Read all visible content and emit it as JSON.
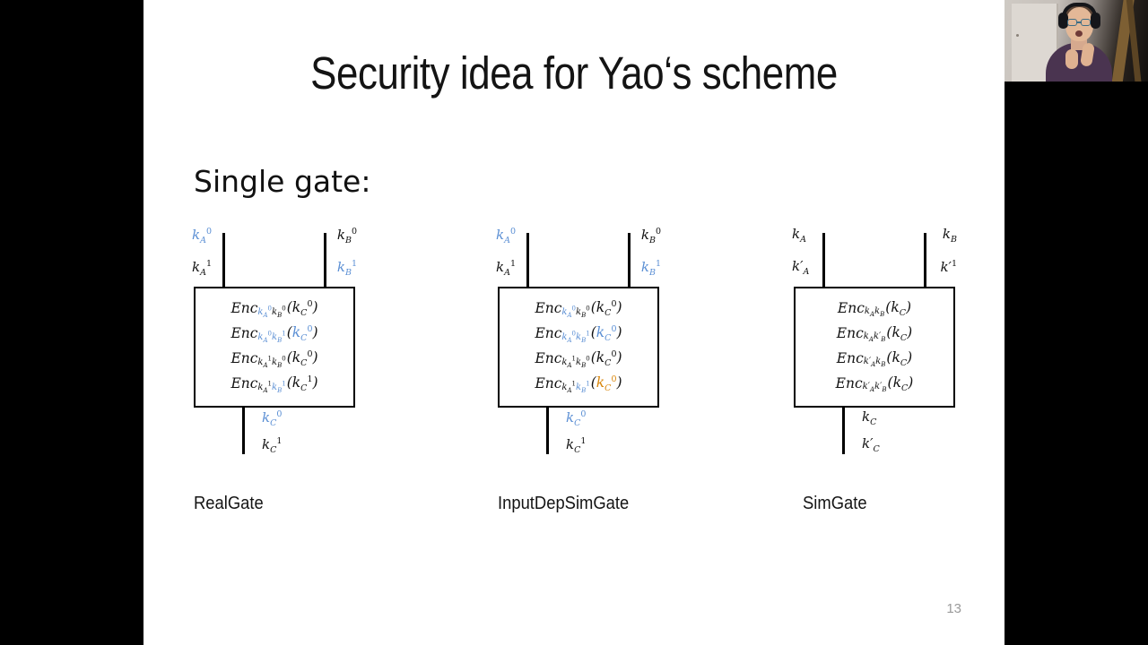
{
  "slide": {
    "title": "Security idea for Yao‘s scheme",
    "subtitle": "Single gate:",
    "page_number": "13",
    "background_color": "#ffffff",
    "letterbox_color": "#000000",
    "accent_blue": "#5b8fd4",
    "accent_orange": "#d8860c",
    "text_color": "#111111",
    "page_number_color": "#9a9a9a"
  },
  "gates": [
    {
      "caption": "RealGate",
      "inputs": {
        "left_top": {
          "base": "k",
          "sub": "A",
          "sup": "0",
          "color": "blue"
        },
        "left_bottom": {
          "base": "k",
          "sub": "A",
          "sup": "1",
          "color": "black"
        },
        "right_top": {
          "base": "k",
          "sub": "B",
          "sup": "0",
          "color": "black"
        },
        "right_bottom": {
          "base": "k",
          "sub": "B",
          "sup": "1",
          "color": "blue"
        }
      },
      "rows": [
        {
          "key_a": {
            "base": "k",
            "sub": "A",
            "sup": "0",
            "color": "blue"
          },
          "key_b": {
            "base": "k",
            "sub": "B",
            "sup": "0",
            "color": "black"
          },
          "arg": {
            "base": "k",
            "sub": "C",
            "sup": "0",
            "color": "black"
          }
        },
        {
          "key_a": {
            "base": "k",
            "sub": "A",
            "sup": "0",
            "color": "blue"
          },
          "key_b": {
            "base": "k",
            "sub": "B",
            "sup": "1",
            "color": "blue"
          },
          "arg": {
            "base": "k",
            "sub": "C",
            "sup": "0",
            "color": "blue"
          }
        },
        {
          "key_a": {
            "base": "k",
            "sub": "A",
            "sup": "1",
            "color": "black"
          },
          "key_b": {
            "base": "k",
            "sub": "B",
            "sup": "0",
            "color": "black"
          },
          "arg": {
            "base": "k",
            "sub": "C",
            "sup": "0",
            "color": "black"
          }
        },
        {
          "key_a": {
            "base": "k",
            "sub": "A",
            "sup": "1",
            "color": "black"
          },
          "key_b": {
            "base": "k",
            "sub": "B",
            "sup": "1",
            "color": "blue"
          },
          "arg": {
            "base": "k",
            "sub": "C",
            "sup": "1",
            "color": "black"
          }
        }
      ],
      "outputs": {
        "top": {
          "base": "k",
          "sub": "C",
          "sup": "0",
          "color": "blue"
        },
        "bottom": {
          "base": "k",
          "sub": "C",
          "sup": "1",
          "color": "black"
        }
      }
    },
    {
      "caption": "InputDepSimGate",
      "inputs": {
        "left_top": {
          "base": "k",
          "sub": "A",
          "sup": "0",
          "color": "blue"
        },
        "left_bottom": {
          "base": "k",
          "sub": "A",
          "sup": "1",
          "color": "black"
        },
        "right_top": {
          "base": "k",
          "sub": "B",
          "sup": "0",
          "color": "black"
        },
        "right_bottom": {
          "base": "k",
          "sub": "B",
          "sup": "1",
          "color": "blue"
        }
      },
      "rows": [
        {
          "key_a": {
            "base": "k",
            "sub": "A",
            "sup": "0",
            "color": "blue"
          },
          "key_b": {
            "base": "k",
            "sub": "B",
            "sup": "0",
            "color": "black"
          },
          "arg": {
            "base": "k",
            "sub": "C",
            "sup": "0",
            "color": "black"
          }
        },
        {
          "key_a": {
            "base": "k",
            "sub": "A",
            "sup": "0",
            "color": "blue"
          },
          "key_b": {
            "base": "k",
            "sub": "B",
            "sup": "1",
            "color": "blue"
          },
          "arg": {
            "base": "k",
            "sub": "C",
            "sup": "0",
            "color": "blue"
          }
        },
        {
          "key_a": {
            "base": "k",
            "sub": "A",
            "sup": "1",
            "color": "black"
          },
          "key_b": {
            "base": "k",
            "sub": "B",
            "sup": "0",
            "color": "black"
          },
          "arg": {
            "base": "k",
            "sub": "C",
            "sup": "0",
            "color": "black"
          }
        },
        {
          "key_a": {
            "base": "k",
            "sub": "A",
            "sup": "1",
            "color": "black"
          },
          "key_b": {
            "base": "k",
            "sub": "B",
            "sup": "1",
            "color": "blue"
          },
          "arg": {
            "base": "k",
            "sub": "C",
            "sup": "0",
            "color": "orange"
          }
        }
      ],
      "outputs": {
        "top": {
          "base": "k",
          "sub": "C",
          "sup": "0",
          "color": "blue"
        },
        "bottom": {
          "base": "k",
          "sub": "C",
          "sup": "1",
          "color": "black"
        }
      }
    },
    {
      "caption": "SimGate",
      "inputs": {
        "left_top": {
          "base": "k",
          "sub": "A",
          "sup": "",
          "color": "black"
        },
        "left_bottom": {
          "base": "k′",
          "sub": "A",
          "sup": "",
          "color": "black"
        },
        "right_top": {
          "base": "k",
          "sub": "B",
          "sup": "",
          "color": "black"
        },
        "right_bottom": {
          "base": "k′",
          "sub": "",
          "sup": "1",
          "color": "black"
        }
      },
      "rows": [
        {
          "key_a": {
            "base": "k",
            "sub": "A",
            "sup": "",
            "color": "black"
          },
          "key_b": {
            "base": "k",
            "sub": "B",
            "sup": "",
            "color": "black"
          },
          "arg": {
            "base": "k",
            "sub": "C",
            "sup": "",
            "color": "black"
          }
        },
        {
          "key_a": {
            "base": "k",
            "sub": "A",
            "sup": "",
            "color": "black"
          },
          "key_b": {
            "base": "k′",
            "sub": "B",
            "sup": "",
            "color": "black"
          },
          "arg": {
            "base": "k",
            "sub": "C",
            "sup": "",
            "color": "black"
          }
        },
        {
          "key_a": {
            "base": "k′",
            "sub": "A",
            "sup": "",
            "color": "black"
          },
          "key_b": {
            "base": "k",
            "sub": "B",
            "sup": "",
            "color": "black"
          },
          "arg": {
            "base": "k",
            "sub": "C",
            "sup": "",
            "color": "black"
          }
        },
        {
          "key_a": {
            "base": "k′",
            "sub": "A",
            "sup": "",
            "color": "black"
          },
          "key_b": {
            "base": "k′",
            "sub": "B",
            "sup": "",
            "color": "black"
          },
          "arg": {
            "base": "k",
            "sub": "C",
            "sup": "",
            "color": "black"
          }
        }
      ],
      "outputs": {
        "top": {
          "base": "k",
          "sub": "C",
          "sup": "",
          "color": "black"
        },
        "bottom": {
          "base": "k′",
          "sub": "C",
          "sup": "",
          "color": "black"
        }
      }
    }
  ],
  "enc_symbol": "Enc",
  "webcam": {
    "label": "presenter-webcam"
  }
}
